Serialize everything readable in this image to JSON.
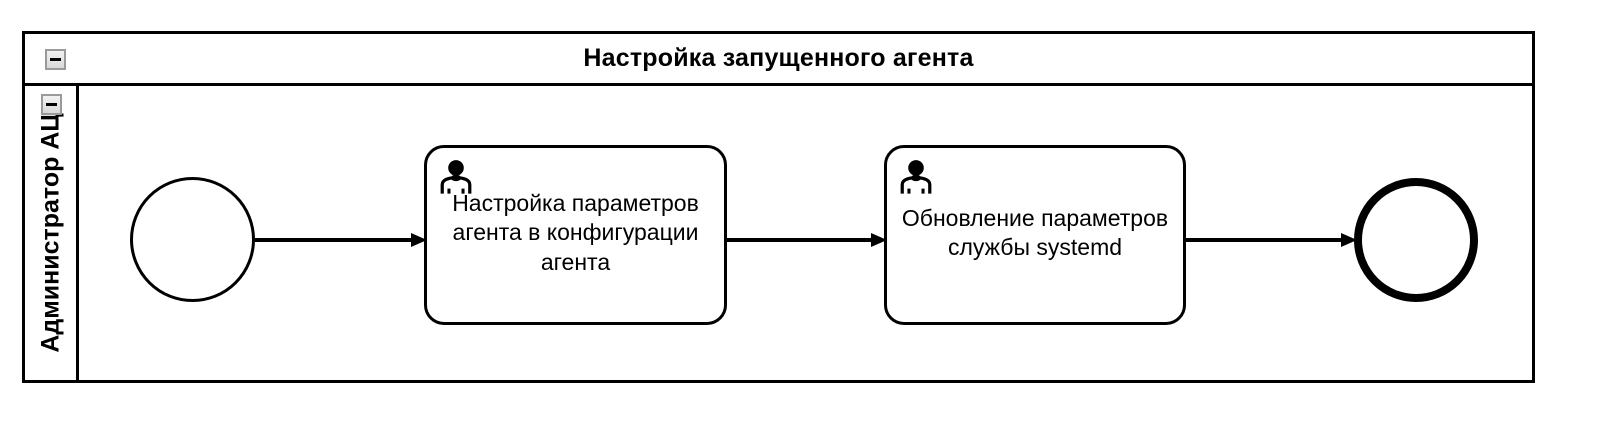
{
  "diagram": {
    "type": "bpmn-process",
    "pool": {
      "title": "Настройка запущенного агента",
      "collapse_icon": "collapse-minus-icon",
      "lane": {
        "label": "Администратор АЦ",
        "collapse_icon": "collapse-minus-icon"
      }
    },
    "nodes": [
      {
        "id": "start-event",
        "kind": "start-event",
        "label": ""
      },
      {
        "id": "task-configure-agent-params",
        "kind": "user-task",
        "label": "Настройка параметров агента в конфигурации агента",
        "marker_icon": "user-task-icon"
      },
      {
        "id": "task-update-systemd-params",
        "kind": "user-task",
        "label": "Обновление параметров службы systemd",
        "marker_icon": "user-task-icon"
      },
      {
        "id": "end-event",
        "kind": "end-event",
        "label": ""
      }
    ],
    "flows": [
      {
        "id": "flow-1",
        "from": "start-event",
        "to": "task-configure-agent-params",
        "label": ""
      },
      {
        "id": "flow-2",
        "from": "task-configure-agent-params",
        "to": "task-update-systemd-params",
        "label": ""
      },
      {
        "id": "flow-3",
        "from": "task-update-systemd-params",
        "to": "end-event",
        "label": ""
      }
    ],
    "colors": {
      "stroke": "#000000",
      "fill": "#ffffff",
      "background": "#ffffff",
      "icon_face": "#d8d8d8"
    }
  }
}
